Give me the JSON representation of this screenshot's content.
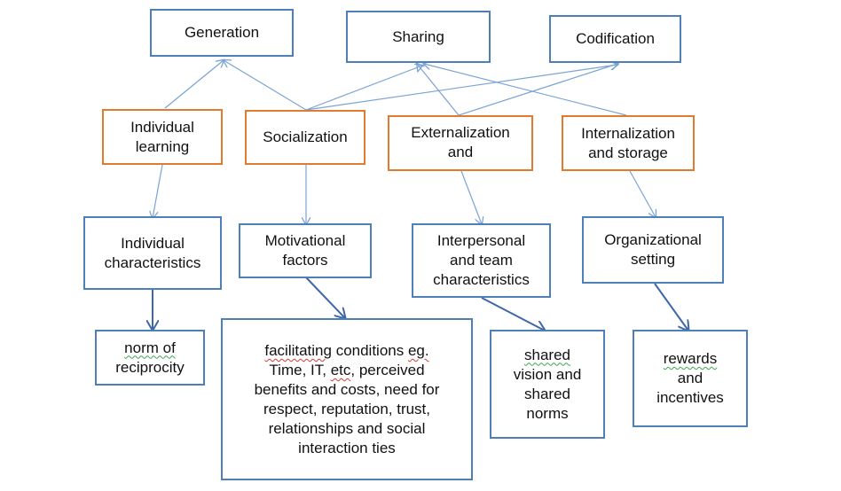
{
  "colors": {
    "blue_border": "#4f7fb8",
    "orange_border": "#e07b31",
    "thin_arrow": "#7aa3d6",
    "thick_arrow": "#3f67a8"
  },
  "top": {
    "generation": "Generation",
    "sharing": "Sharing",
    "codification": "Codification"
  },
  "middle": {
    "individual_learning": [
      "Individual",
      "learning"
    ],
    "socialization": "Socialization",
    "externalization": [
      "Externalization",
      "and"
    ],
    "internalization": [
      "Internalization",
      "and storage"
    ]
  },
  "factors": {
    "individual": [
      "Individual",
      "characteristics"
    ],
    "motivational": [
      "Motivational",
      "factors"
    ],
    "interpersonal": [
      "Interpersonal",
      "and team",
      "characteristics"
    ],
    "organizational": [
      "Organizational",
      "setting"
    ]
  },
  "details": {
    "norm": [
      "norm of",
      "reciprocity"
    ],
    "facilitating": {
      "line1_a": "facilitating",
      "line1_b": " conditions ",
      "line1_c": "eg.",
      "line2_a": "Time, IT, ",
      "line2_b": "etc",
      "line2_c": ", perceived",
      "line3": "benefits and costs, need for",
      "line4": "respect, reputation, trust,",
      "line5": "relationships and social",
      "line6": "interaction ties"
    },
    "shared": [
      "shared",
      "vision and",
      "shared",
      "norms"
    ],
    "rewards": [
      "rewards",
      "and",
      "incentives"
    ]
  }
}
